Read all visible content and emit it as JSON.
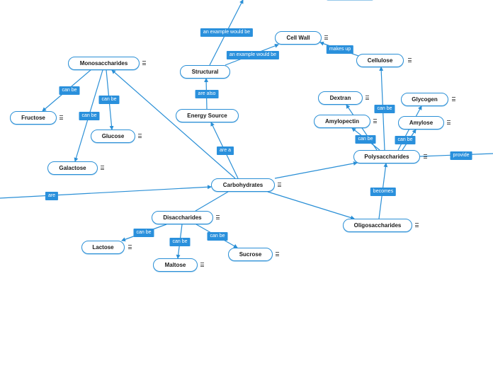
{
  "diagram": {
    "nodes": [
      {
        "id": "carbohydrates",
        "label": "Carbohydrates"
      },
      {
        "id": "energy-source",
        "label": "Energy Source"
      },
      {
        "id": "structural",
        "label": "Structural"
      },
      {
        "id": "cell-wall",
        "label": "Cell Wall"
      },
      {
        "id": "cellulose",
        "label": "Cellulose"
      },
      {
        "id": "monosaccharides",
        "label": "Monosaccharides"
      },
      {
        "id": "fructose",
        "label": "Fructose"
      },
      {
        "id": "glucose",
        "label": "Glucose"
      },
      {
        "id": "galactose",
        "label": "Galactose"
      },
      {
        "id": "disaccharides",
        "label": "Disaccharides"
      },
      {
        "id": "lactose",
        "label": "Lactose"
      },
      {
        "id": "maltose",
        "label": "Maltose"
      },
      {
        "id": "sucrose",
        "label": "Sucrose"
      },
      {
        "id": "polysaccharides",
        "label": "Polysaccharides"
      },
      {
        "id": "oligosaccharides",
        "label": "Oligosaccharides"
      },
      {
        "id": "dextran",
        "label": "Dextran"
      },
      {
        "id": "amylopectin",
        "label": "Amylopectin"
      },
      {
        "id": "glycogen",
        "label": "Glycogen"
      },
      {
        "id": "amylose",
        "label": "Amylose"
      }
    ],
    "edge_labels": [
      {
        "id": "are",
        "text": "are"
      },
      {
        "id": "are-a",
        "text": "are a"
      },
      {
        "id": "are-also",
        "text": "are also"
      },
      {
        "id": "example-1",
        "text": "an example would be"
      },
      {
        "id": "example-2",
        "text": "an example would be"
      },
      {
        "id": "makes-up",
        "text": "makes up"
      },
      {
        "id": "mono-can-be-1",
        "text": "can be"
      },
      {
        "id": "mono-can-be-2",
        "text": "can be"
      },
      {
        "id": "mono-can-be-3",
        "text": "can be"
      },
      {
        "id": "di-can-be-1",
        "text": "can be"
      },
      {
        "id": "di-can-be-2",
        "text": "can be"
      },
      {
        "id": "di-can-be-3",
        "text": "can be"
      },
      {
        "id": "poly-can-be-1",
        "text": "can be"
      },
      {
        "id": "poly-can-be-2",
        "text": "can be"
      },
      {
        "id": "poly-can-be-3",
        "text": "can be"
      },
      {
        "id": "becomes",
        "text": "becomes"
      },
      {
        "id": "provide",
        "text": "provide"
      }
    ]
  },
  "colors": {
    "accent": "#2a90dc",
    "node_border": "#2a8fd6"
  }
}
